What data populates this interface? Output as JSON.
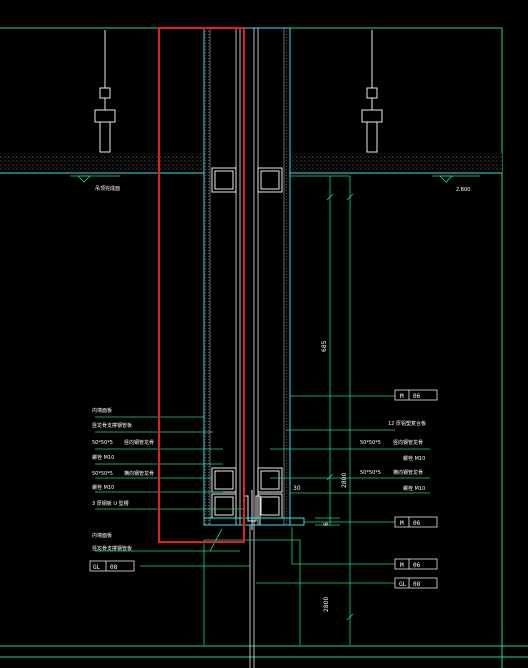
{
  "colors": {
    "background": "#000000",
    "frame": "#17d98a",
    "cyan": "#33e0e6",
    "white": "#e8e8e8",
    "gray": "#8a8a8a",
    "highlight": "#e3211c"
  },
  "levels": {
    "ceiling_left": "吊顶完成面",
    "ceiling_right": "2.800"
  },
  "left_notes": {
    "note1": "内墙面板",
    "note2": "竖龙骨支撑钢管板",
    "note3a": "50*50*5",
    "note3b": "竖向钢管龙骨",
    "note4": "螺栓 M10",
    "note5a": "50*50*5",
    "note5b": "横向钢管龙骨",
    "note6": "螺栓 M10",
    "note7": "3 厚钢板 U 型槽",
    "note8": "内墙面板",
    "note9": "竖龙骨支撑钢管板"
  },
  "right_notes": {
    "note1": "12 厚铝塑复合板",
    "note2a": "50*50*5",
    "note2b": "竖向钢管龙骨",
    "note3": "螺栓 M10",
    "note4a": "50*50*5",
    "note4b": "横向钢管龙骨",
    "note5": "螺栓 M10"
  },
  "dimensions": {
    "d1": "685",
    "d2": "2800",
    "d3": "30",
    "d4": "6",
    "d5": "2800"
  },
  "tags": {
    "t1a": "M",
    "t1b": "06",
    "t2a": "M",
    "t2b": "06",
    "t3a": "M",
    "t3b": "06",
    "t4a": "GL",
    "t4b": "08",
    "t5a": "GL",
    "t5b": "08"
  }
}
